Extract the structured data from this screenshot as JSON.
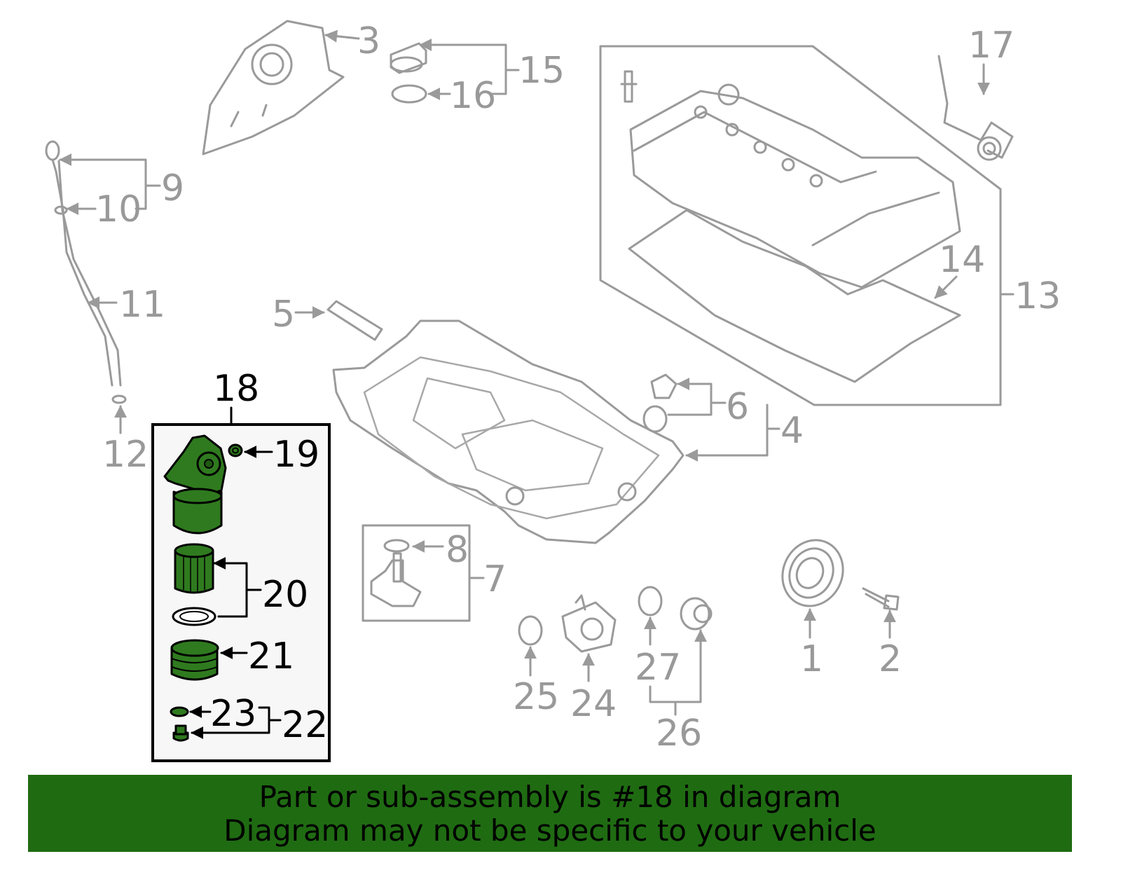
{
  "callouts": {
    "c1": "1",
    "c2": "2",
    "c3": "3",
    "c4": "4",
    "c5": "5",
    "c6": "6",
    "c7": "7",
    "c8": "8",
    "c9": "9",
    "c10": "10",
    "c11": "11",
    "c12": "12",
    "c13": "13",
    "c14": "14",
    "c15": "15",
    "c16": "16",
    "c17": "17",
    "c18": "18",
    "c19": "19",
    "c20": "20",
    "c21": "21",
    "c22": "22",
    "c23": "23",
    "c24": "24",
    "c25": "25",
    "c26": "26",
    "c27": "27"
  },
  "banner": {
    "line1": "Part or sub-assembly is #18 in diagram",
    "line2": "Diagram may not be specific to your vehicle"
  },
  "colors": {
    "highlight": "#2f7a1f",
    "banner_bg": "#1f6b12",
    "line_gray": "#9a9a9a"
  }
}
